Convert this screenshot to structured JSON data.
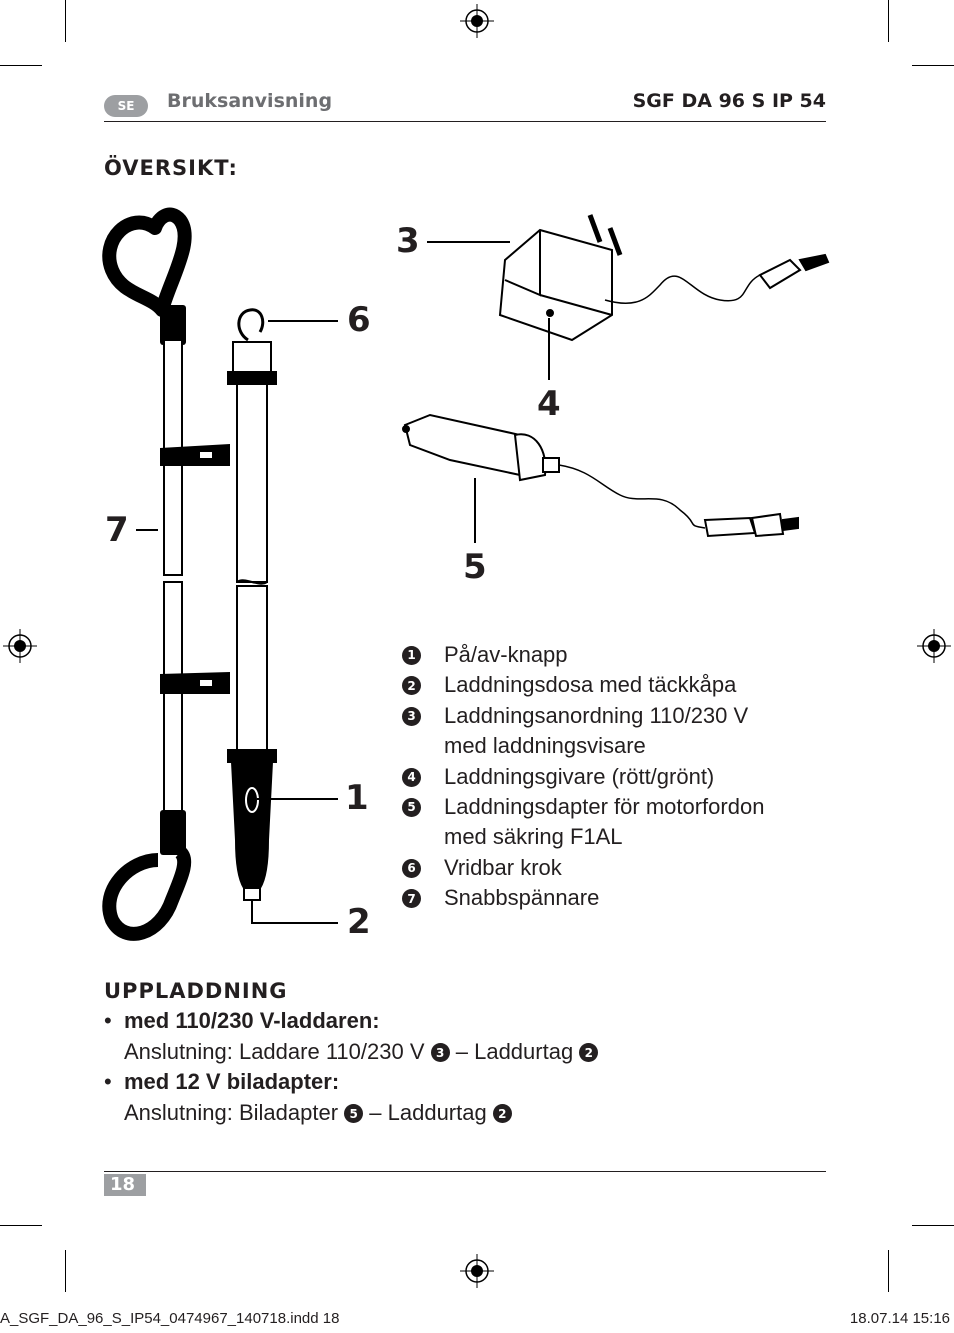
{
  "header": {
    "lang_badge": "SE",
    "section_title": "Bruksanvisning",
    "model": "SGF DA 96 S IP 54"
  },
  "overview": {
    "heading": "ÖVERSIKT:",
    "callouts": [
      "1",
      "2",
      "3",
      "4",
      "5",
      "6",
      "7"
    ],
    "legend": [
      {
        "num": "1",
        "lines": [
          "På/av-knapp"
        ]
      },
      {
        "num": "2",
        "lines": [
          "Laddningsdosa med täckkåpa"
        ]
      },
      {
        "num": "3",
        "lines": [
          "Laddningsanordning 110/230 V",
          "med laddningsvisare"
        ]
      },
      {
        "num": "4",
        "lines": [
          "Laddningsgivare (rött/grönt)"
        ]
      },
      {
        "num": "5",
        "lines": [
          "Laddningsdapter för motorfordon",
          "med säkring F1AL"
        ]
      },
      {
        "num": "6",
        "lines": [
          "Vridbar krok"
        ]
      },
      {
        "num": "7",
        "lines": [
          "Snabbspännare"
        ]
      }
    ]
  },
  "charging": {
    "heading": "UPPLADDNING",
    "items": [
      {
        "bullet": "•",
        "title": "med 110/230 V-laddaren:",
        "conn_prefix": "Anslutning: Laddare 110/230 V",
        "ref1": "3",
        "sep": "– Laddurtag",
        "ref2": "2"
      },
      {
        "bullet": "•",
        "title": "med 12 V biladapter:",
        "conn_prefix": "Anslutning: Biladapter",
        "ref1": "5",
        "sep": "– Laddurtag",
        "ref2": "2"
      }
    ]
  },
  "page_number": "18",
  "footer": {
    "file": "A_SGF_DA_96_S_IP54_0474967_140718.indd   18",
    "datetime": "18.07.14   15:16"
  }
}
